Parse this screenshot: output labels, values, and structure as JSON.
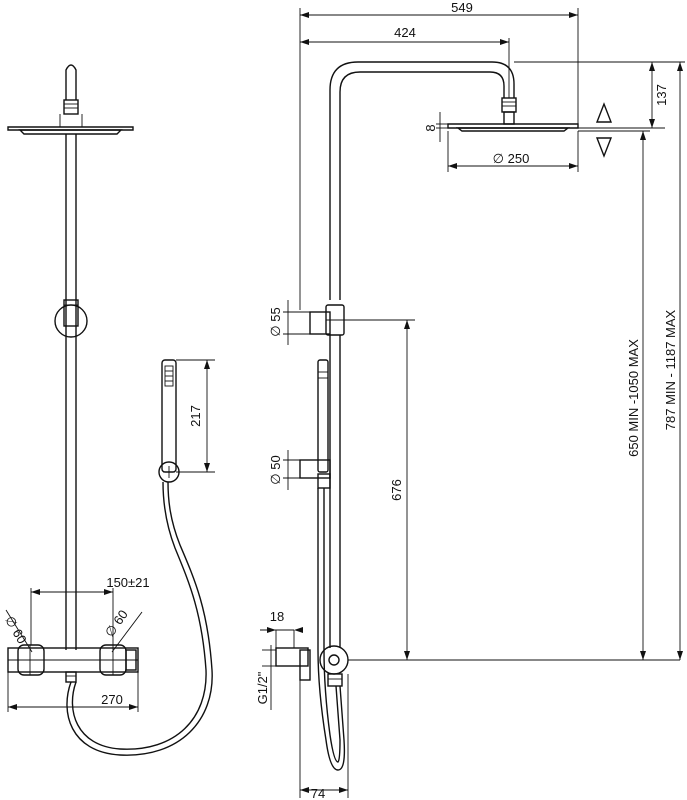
{
  "dimensions": {
    "overall_width": "549",
    "arm_reach": "424",
    "head_drop": "137",
    "head_thickness": "8",
    "head_diameter": "∅ 250",
    "bracket_upper_diameter": "∅ 55",
    "bracket_lower_diameter": "∅ 50",
    "bracket_spacing": "676",
    "column_height_range": "650 MIN -1050 MAX",
    "total_height_range": "787 MIN - 1187 MAX",
    "handshower_length": "217",
    "inlet_centres": "150±21",
    "knob_left_diameter": "∅ 60",
    "knob_right_diameter": "∅ 60",
    "mixer_width": "270",
    "wall_offset": "18",
    "inlet_thread": "G1/2\"",
    "mixer_depth": "74"
  }
}
